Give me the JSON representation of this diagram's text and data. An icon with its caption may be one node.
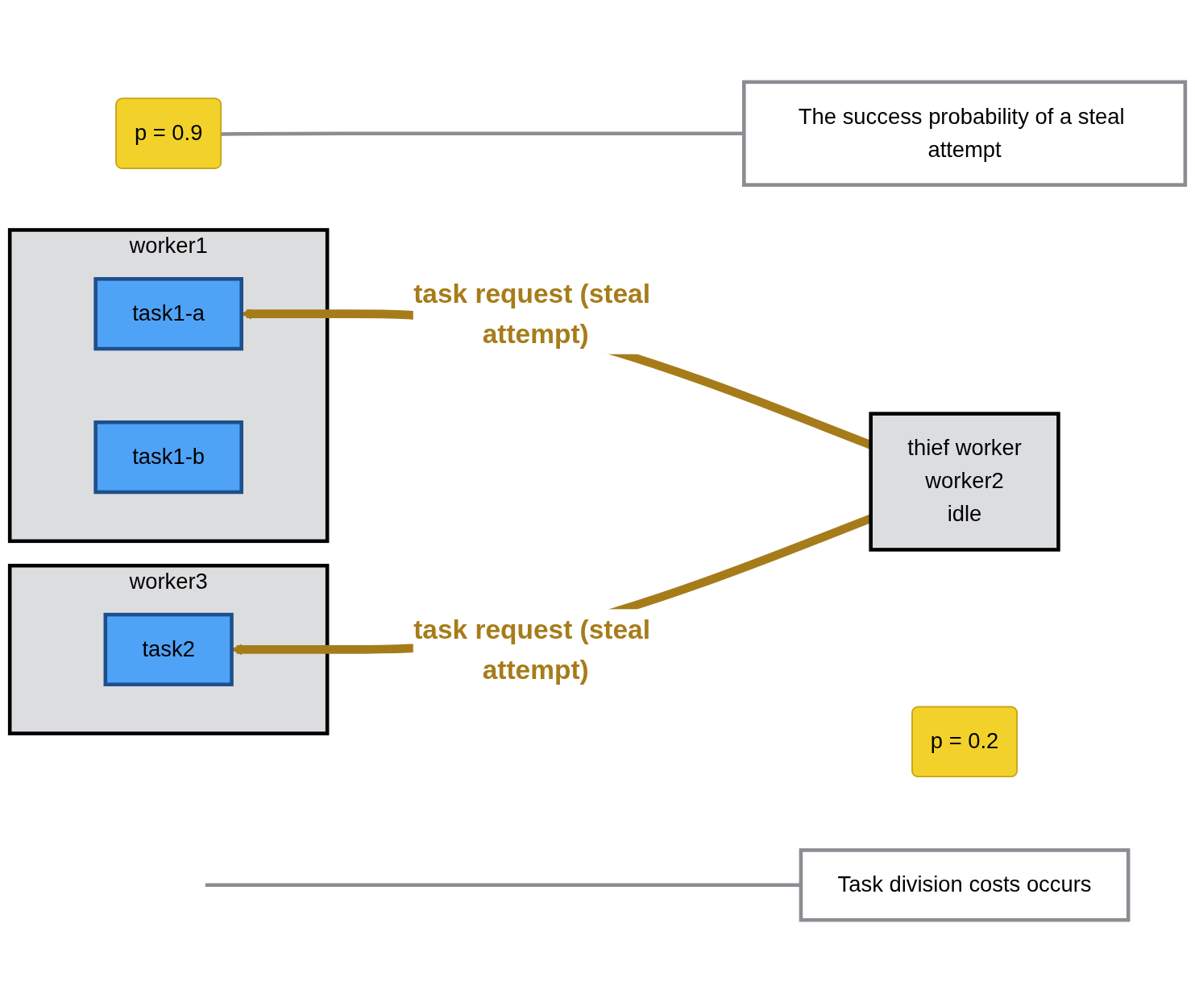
{
  "diagram": {
    "nodes": [
      {
        "text": [
          "The success probability of a steal attempt"
        ]
      },
      {
        "text": [
          "p = 0.9"
        ]
      },
      {
        "text": [
          "worker1"
        ]
      },
      {
        "text": [
          "task1-a"
        ],
        "in": 2
      },
      {
        "text": [
          "task1-b"
        ],
        "in": 2
      },
      {
        "text": [
          "thief worker",
          "worker2",
          "idle"
        ]
      },
      {
        "text": [
          "p = 0.2"
        ]
      },
      {
        "text": [
          "worker3"
        ]
      },
      {
        "text": [
          "task2"
        ],
        "in": 7
      },
      {
        "text": [
          "Task division costs occurs"
        ]
      }
    ],
    "edges": [
      {
        "from": 0,
        "to": 1,
        "arrow": "none",
        "color": "#8a8d91"
      },
      {
        "from": 5,
        "to": 3,
        "arrow": "to",
        "label": "task request (steal attempt)",
        "style": "thick",
        "color": "#a67c1a"
      },
      {
        "from": 5,
        "to": 8,
        "arrow": "to",
        "label": "task request (steal attempt)",
        "style": "thick",
        "color": "#a67c1a"
      },
      {
        "from": 9,
        "to": null,
        "arrow": "none",
        "color": "#8a8d91"
      }
    ]
  }
}
